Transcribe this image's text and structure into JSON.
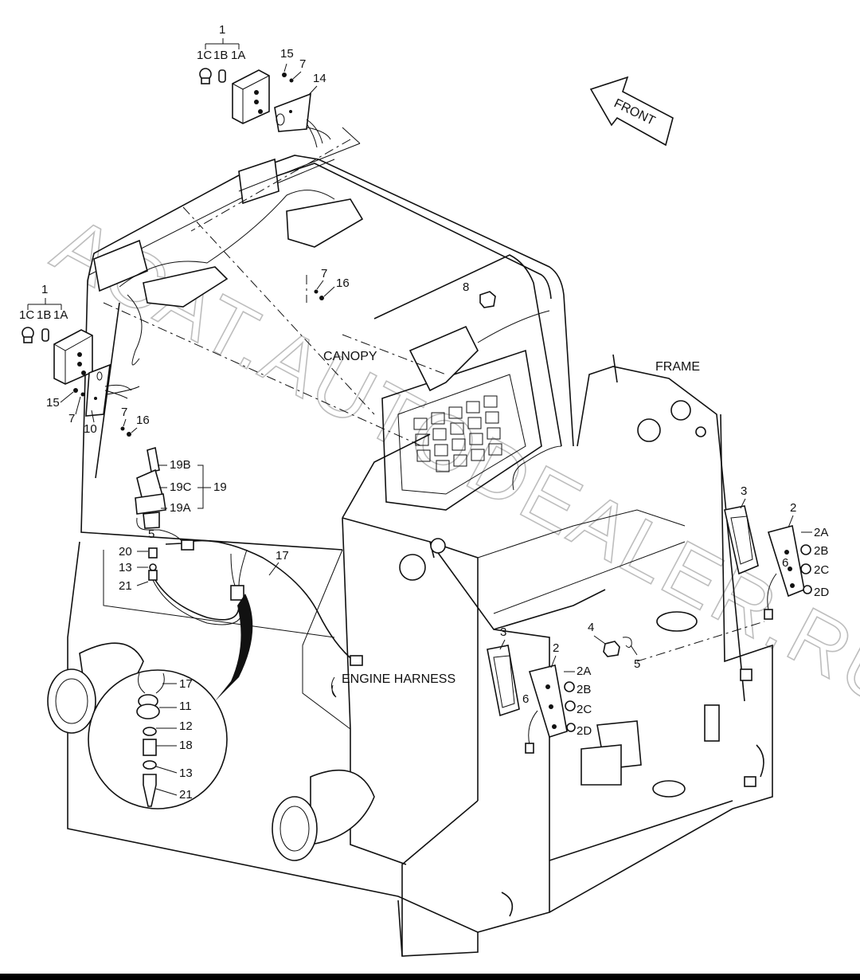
{
  "watermark": "ACAT.AUTODEALER.RU",
  "direction_arrow": "FRONT",
  "assemblies": {
    "canopy": "CANOPY",
    "frame": "FRAME",
    "engine_harness": "ENGINE HARNESS"
  },
  "callouts": {
    "lamp_top": {
      "group": "1",
      "c": "1C",
      "b": "1B",
      "a": "1A",
      "screw": "15",
      "washer": "7",
      "bracket": "14"
    },
    "lamp_left": {
      "group": "1",
      "c": "1C",
      "b": "1B",
      "a": "1A",
      "screw": "15",
      "washer": "7",
      "bracket": "10",
      "washer2": "7",
      "nut": "16"
    },
    "canopy_hw": {
      "washer": "7",
      "nut": "16",
      "relay": "8"
    },
    "switch": {
      "b": "19B",
      "c": "19C",
      "group": "19",
      "a": "19A",
      "n5": "5",
      "n20": "20",
      "n13": "13",
      "n21": "21",
      "harness": "17"
    },
    "detail": {
      "n17": "17",
      "n11": "11",
      "n12": "12",
      "n18": "18",
      "n13": "13",
      "n21": "21"
    },
    "rear_right": {
      "bracket": "3",
      "lamp": "2",
      "a": "2A",
      "b": "2B",
      "c": "2C",
      "d": "2D",
      "wire": "6"
    },
    "rear_left": {
      "bracket": "3",
      "lamp": "2",
      "a": "2A",
      "b": "2B",
      "c": "2C",
      "d": "2D",
      "wire": "6"
    },
    "mid": {
      "relay": "4",
      "clip": "5"
    }
  }
}
